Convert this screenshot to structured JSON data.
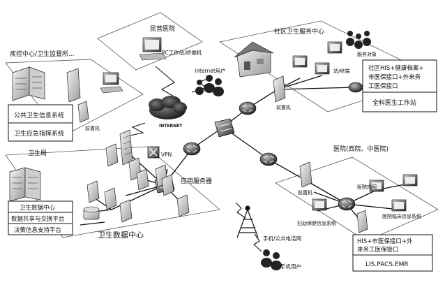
{
  "zones": {
    "cdc": {
      "title": "疾控中心/卫生监督所..."
    },
    "private_hospital": {
      "title": "民营医院",
      "pc_label": "PC工作站/终端机"
    },
    "community": {
      "title": "社区卫生服务中心",
      "service_label": "服务对象",
      "station_label": "站/终端"
    },
    "health_bureau": {
      "title": "卫生局"
    },
    "hospital": {
      "title": "医院(西院、中医院)",
      "intranet_label": "医院内网"
    },
    "data_center": {
      "title": "卫生数据中心"
    }
  },
  "boxes": {
    "cdc": [
      "公共卫生信息系统",
      "卫生应急指挥系统"
    ],
    "community": [
      "社区HIS+健康档案+市医保接口+外来务工医保接口",
      "全科医生工作站"
    ],
    "bureau": [
      "卫生数据中心",
      "数据共享与交换平台",
      "决策信息支持平台"
    ],
    "hospital": [
      "HIS+市医保接口+外来务工医保接口",
      "LIS.PACS.EMR"
    ]
  },
  "labels": {
    "internet": "INTERNET",
    "internet_user": "Internet用户",
    "vpn": "VPN",
    "app_server": "应用服务器",
    "front_server": "前置机",
    "front_server_cdc": "前置机",
    "front_server_hosp": "前置机",
    "maternal": "妇幼保健信息系统",
    "clinical": "医院临床信息系统",
    "mobile_net": "手机/公共电话网",
    "mobile_user": "手机用户"
  }
}
